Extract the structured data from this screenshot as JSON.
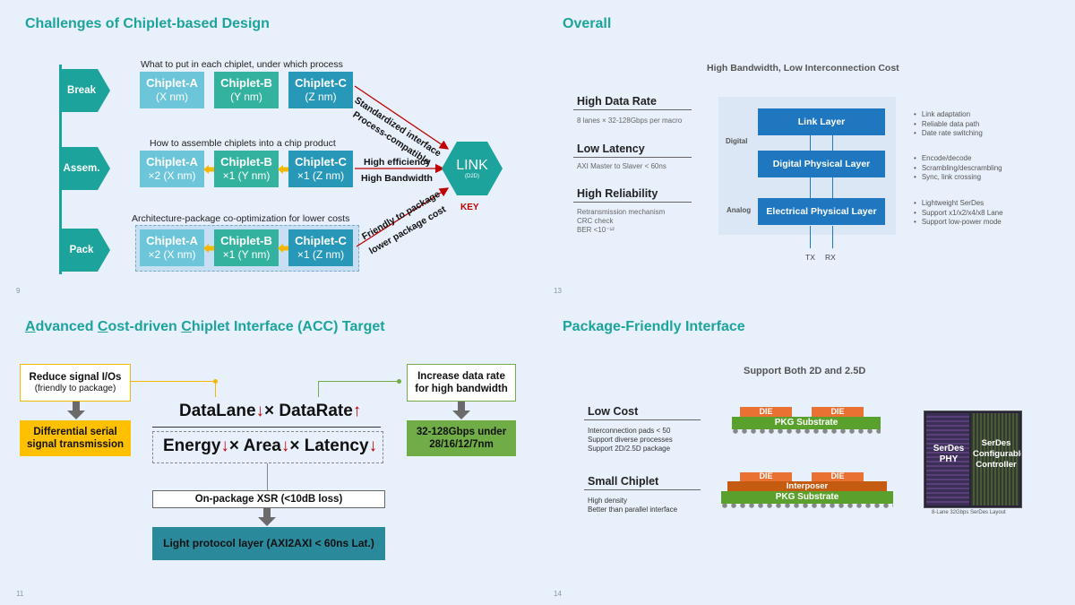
{
  "slide1": {
    "title": "Challenges of Chiplet-based Design",
    "page": "9",
    "rows": [
      {
        "stage": "Break",
        "caption": "What to put in each chiplet, under which process",
        "chiplets": [
          {
            "name": "Chiplet-A",
            "sub": "(X nm)"
          },
          {
            "name": "Chiplet-B",
            "sub": "(Y nm)"
          },
          {
            "name": "Chiplet-C",
            "sub": "(Z nm)"
          }
        ]
      },
      {
        "stage": "Assem.",
        "caption": "How to assemble chiplets into a chip product",
        "chiplets": [
          {
            "name": "Chiplet-A",
            "sub": "×2 (X nm)"
          },
          {
            "name": "Chiplet-B",
            "sub": "×1 (Y nm)"
          },
          {
            "name": "Chiplet-C",
            "sub": "×1 (Z nm)"
          }
        ]
      },
      {
        "stage": "Pack",
        "caption": "Architecture-package co-optimization for lower costs",
        "chiplets": [
          {
            "name": "Chiplet-A",
            "sub": "×2 (X nm)"
          },
          {
            "name": "Chiplet-B",
            "sub": "×1 (Y nm)"
          },
          {
            "name": "Chiplet-C",
            "sub": "×1 (Z nm)"
          }
        ]
      }
    ],
    "link_labels": {
      "standardized": "Standardized interface",
      "process": "Process-compatible",
      "efficiency": "High efficiency",
      "bandwidth": "High Bandwidth",
      "friendly": "Friendly to package",
      "lower_cost": "lower package cost"
    },
    "link": {
      "title": "LINK",
      "sub": "(D2D)",
      "key": "KEY"
    }
  },
  "slide2": {
    "title": "Overall",
    "page": "13",
    "diagram_title": "High Bandwidth, Low Interconnection Cost",
    "features": [
      {
        "heading": "High Data Rate",
        "details": [
          "8 lanes × 32-128Gbps per macro"
        ]
      },
      {
        "heading": "Low Latency",
        "details": [
          "AXI Master to Slaver < 60ns"
        ]
      },
      {
        "heading": "High Reliability",
        "details": [
          "Retransmission mechanism",
          "CRC check",
          "BER <10⁻¹²"
        ]
      }
    ],
    "domains": {
      "digital": "Digital",
      "analog": "Analog"
    },
    "layers": [
      "Link Layer",
      "Digital Physical Layer",
      "Electrical Physical Layer"
    ],
    "ports": {
      "tx": "TX",
      "rx": "RX"
    },
    "bullets": [
      [
        "Link adaptation",
        "Reliable data path",
        "Date rate switching"
      ],
      [
        "Encode/decode",
        "Scrambling/descrambling",
        "Sync, link crossing"
      ],
      [
        "Lightweight SerDes",
        "Support x1/x2/x4/x8 Lane",
        "Support low-power mode"
      ]
    ]
  },
  "slide3": {
    "title_parts": [
      {
        "u": "A",
        "rest": "dvanced "
      },
      {
        "u": "C",
        "rest": "ost-driven "
      },
      {
        "u": "C",
        "rest": "hiplet Interface (ACC) Target"
      }
    ],
    "page": "11",
    "reduce": {
      "title": "Reduce signal I/Os",
      "sub": "(friendly to package)"
    },
    "differential": "Differential serial signal transmission",
    "increase": "Increase data rate for high bandwidth",
    "speeds": "32-128Gbps under 28/16/12/7nm",
    "equation1": {
      "a": "DataLane",
      "op": "×",
      "b": "DataRate"
    },
    "equation2": {
      "a": "Energy",
      "op1": "×",
      "b": "Area",
      "op2": "×",
      "c": "Latency"
    },
    "xsr": "On-package XSR (<10dB loss)",
    "protocol": "Light protocol layer (AXI2AXI < 60ns Lat.)"
  },
  "slide4": {
    "title": "Package-Friendly Interface",
    "page": "14",
    "support": "Support Both 2D and 2.5D",
    "low_cost": {
      "heading": "Low Cost",
      "details": [
        "Interconnection pads < 50",
        "Support diverse processes",
        "Support 2D/2.5D package"
      ]
    },
    "small_chiplet": {
      "heading": "Small Chiplet",
      "details": [
        "High density",
        "Better than parallel interface"
      ]
    },
    "pkg1": {
      "die1": "DIE",
      "die2": "DIE",
      "substrate": "PKG Substrate"
    },
    "pkg2": {
      "die1": "DIE",
      "die2": "DIE",
      "interposer": "Interposer",
      "substrate": "PKG Substrate"
    },
    "layout": {
      "left": "SerDes PHY",
      "right": "SerDes Configurable Controller",
      "caption": "8-Lane 32Gbps SerDes Layout"
    }
  },
  "colors": {
    "teal": "#1ba39c",
    "chipletLight": "#6cc5d9",
    "chipletMid": "#33b39f",
    "chipletDark": "#2798b8",
    "blue": "#1f77c0",
    "yellow": "#ffc000",
    "green": "#70ad47",
    "darkTeal": "#2a8a9c",
    "red": "#c00000"
  }
}
